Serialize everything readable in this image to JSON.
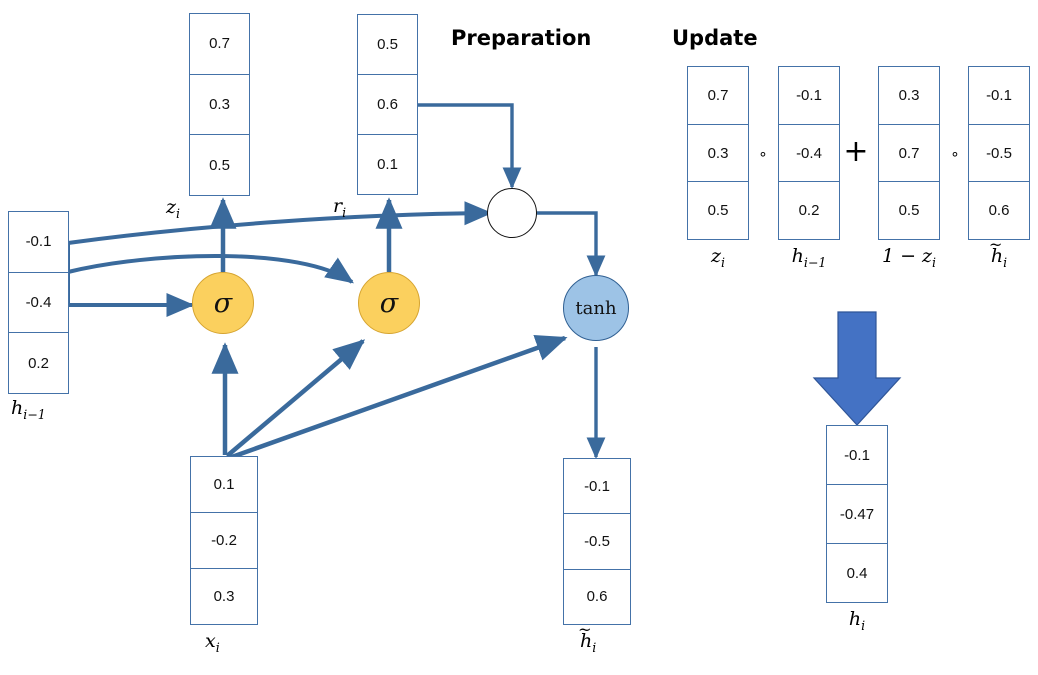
{
  "figure": {
    "title_preparation": "Preparation",
    "title_update": "Update"
  },
  "colors": {
    "wire": "#3a6a9c",
    "box_border": "#4472a8",
    "sigma_fill": "#fbd05e",
    "sigma_border": "#d6a430",
    "tanh_fill": "#9dc3e6",
    "tanh_border": "#2f5f92",
    "block_arrow": "#4472c4",
    "mul_border": "#111111"
  },
  "preparation": {
    "nodes": {
      "sigma_z": "σ",
      "sigma_r": "σ",
      "tanh": "tanh",
      "hadamard": ""
    },
    "vectors": {
      "h_prev": {
        "label_main": "h",
        "label_sub": "i−1",
        "values": [
          "-0.1",
          "-0.4",
          "0.2"
        ]
      },
      "x": {
        "label_main": "x",
        "label_sub": "i",
        "values": [
          "0.1",
          "-0.2",
          "0.3"
        ]
      },
      "z": {
        "label_main": "z",
        "label_sub": "i",
        "values": [
          "0.7",
          "0.3",
          "0.5"
        ]
      },
      "r": {
        "label_main": "r",
        "label_sub": "i",
        "values": [
          "0.5",
          "0.6",
          "0.1"
        ]
      },
      "h_cand": {
        "label_main": "h",
        "label_sub": "i",
        "label_tilde": "~",
        "values": [
          "-0.1",
          "-0.5",
          "0.6"
        ]
      }
    }
  },
  "update": {
    "operators": {
      "hadamard_1": "∘",
      "plus": "+",
      "hadamard_2": "∘"
    },
    "vectors": {
      "z": {
        "label_main": "z",
        "label_sub": "i",
        "values": [
          "0.7",
          "0.3",
          "0.5"
        ]
      },
      "h_prev": {
        "label_main": "h",
        "label_sub": "i−1",
        "values": [
          "-0.1",
          "-0.4",
          "0.2"
        ]
      },
      "one_minus_z": {
        "label_expr": "1 − z",
        "label_sub": "i",
        "values": [
          "0.3",
          "0.7",
          "0.5"
        ]
      },
      "h_cand": {
        "label_main": "h",
        "label_sub": "i",
        "label_tilde": "~",
        "values": [
          "-0.1",
          "-0.5",
          "0.6"
        ]
      },
      "result": {
        "label_main": "h",
        "label_sub": "i",
        "values": [
          "-0.1",
          "-0.47",
          "0.4"
        ]
      }
    }
  },
  "chart_data": {
    "type": "diagram",
    "title": "GRU cell computation: Preparation and Update",
    "annotations": [
      "Preparation",
      "Update"
    ],
    "vectors": {
      "h_{i-1}": [
        -0.1,
        -0.4,
        0.2
      ],
      "x_i": [
        0.1,
        -0.2,
        0.3
      ],
      "z_i": [
        0.7,
        0.3,
        0.5
      ],
      "r_i": [
        0.5,
        0.6,
        0.1
      ],
      "h~_i": [
        -0.1,
        -0.5,
        0.6
      ],
      "1-z_i": [
        0.3,
        0.7,
        0.5
      ],
      "h_i": [
        -0.1,
        -0.47,
        0.4
      ]
    },
    "operations": [
      "z_i ∘ h_{i-1}",
      "+",
      "(1 − z_i) ∘ h~_i"
    ]
  }
}
